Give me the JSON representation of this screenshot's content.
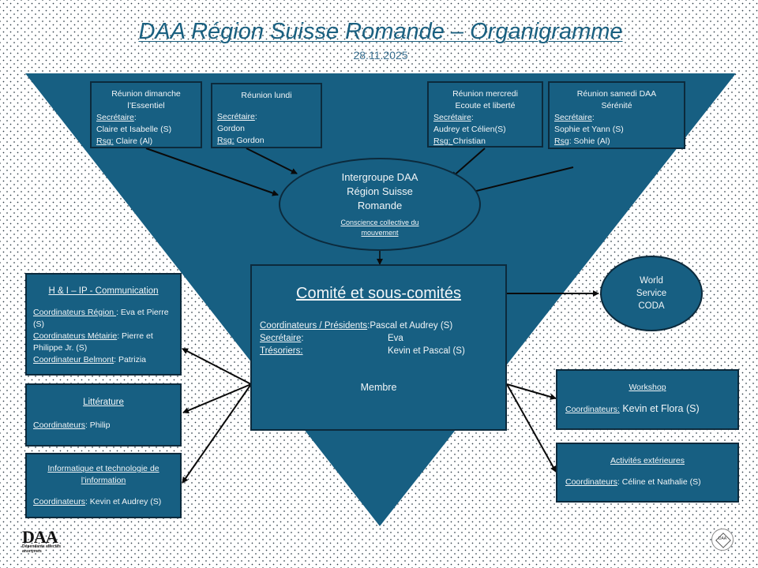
{
  "header": {
    "title": "DAA Région Suisse Romande – Organigramme",
    "date": "28.11.2025"
  },
  "meetings": [
    {
      "title_line1": "Réunion dimanche",
      "title_line2": "l’Essentiel",
      "secretaire_label": "Secrétaire",
      "secretaire_value": "Claire et Isabelle (S)",
      "rsg_label": "Rsg:",
      "rsg_value": " Claire (Al)"
    },
    {
      "title_line1": "Réunion lundi",
      "title_line2": "",
      "secretaire_label": "Secrétaire",
      "secretaire_value": "Gordon",
      "rsg_label": "Rsg:",
      "rsg_value": " Gordon"
    },
    {
      "title_line1": "Réunion mercredi",
      "title_line2": "Ecoute et liberté",
      "secretaire_label": "Secrétaire",
      "secretaire_value": "Audrey et  Célien(S)",
      "rsg_label": "Rsg: ",
      "rsg_value": "Christian"
    },
    {
      "title_line1": "Réunion samedi DAA",
      "title_line2": "Sérénité",
      "secretaire_label": "Secrétaire",
      "secretaire_value": "Sophie et Yann (S)",
      "rsg_label": "Rsg",
      "rsg_value": ": Sohie (Al)"
    }
  ],
  "intergroupe": {
    "line1": "Intergroupe DAA",
    "line2": "Région Suisse",
    "line3": "Romande",
    "subtitle_line1": "Conscience collective du",
    "subtitle_line2": "mouvement"
  },
  "comite": {
    "title": "Comité et sous-comités",
    "rows": [
      {
        "label": "Coordinateurs / Présidents ",
        "sep": ": ",
        "value": "Pascal et Audrey (S)"
      },
      {
        "label": "Secrétaire",
        "sep": ":",
        "value": "Eva"
      },
      {
        "label": "Trésoriers:",
        "sep": "",
        "value": "Kevin et Pascal (S)"
      }
    ],
    "membre": "Membre"
  },
  "world_service": {
    "line1": "World",
    "line2": "Service",
    "line3": "CODA"
  },
  "subcommittees_left": [
    {
      "title": "H & I – IP  - Communication",
      "entries": [
        {
          "label": "Coordinateurs Région ",
          "value": ": Eva et Pierre (S)"
        },
        {
          "label": "Coordinateurs Métairie",
          "value": ": Pierre et Philippe Jr. (S)"
        },
        {
          "label": "Coordinateur Belmont",
          "value": ": Patrizia"
        }
      ]
    },
    {
      "title": "Littérature",
      "entries": [
        {
          "label": "Coordinateurs",
          "value": ": Philip"
        }
      ]
    },
    {
      "title": "Informatique et technologie de l’information",
      "entries": [
        {
          "label": "Coordinateurs",
          "value": ": Kevin et Audrey (S)"
        }
      ]
    }
  ],
  "subcommittees_right": [
    {
      "title": "Workshop",
      "entries": [
        {
          "label": "Coordinateurs:",
          "value": " Kevin et Flora (S)"
        }
      ]
    },
    {
      "title": "Activités extérieures",
      "entries": [
        {
          "label": "Coordinateurs",
          "value": ": Céline et Nathalie (S)"
        }
      ]
    }
  ],
  "footer": {
    "logo_text": "DAA",
    "logo_subtitle_line1": "Dépendants affectifs",
    "logo_subtitle_line2": "anonymes",
    "seal_text": "DAA"
  },
  "colors": {
    "primary": "#175f82",
    "border": "#0c2a3c",
    "title": "#1a6080"
  }
}
